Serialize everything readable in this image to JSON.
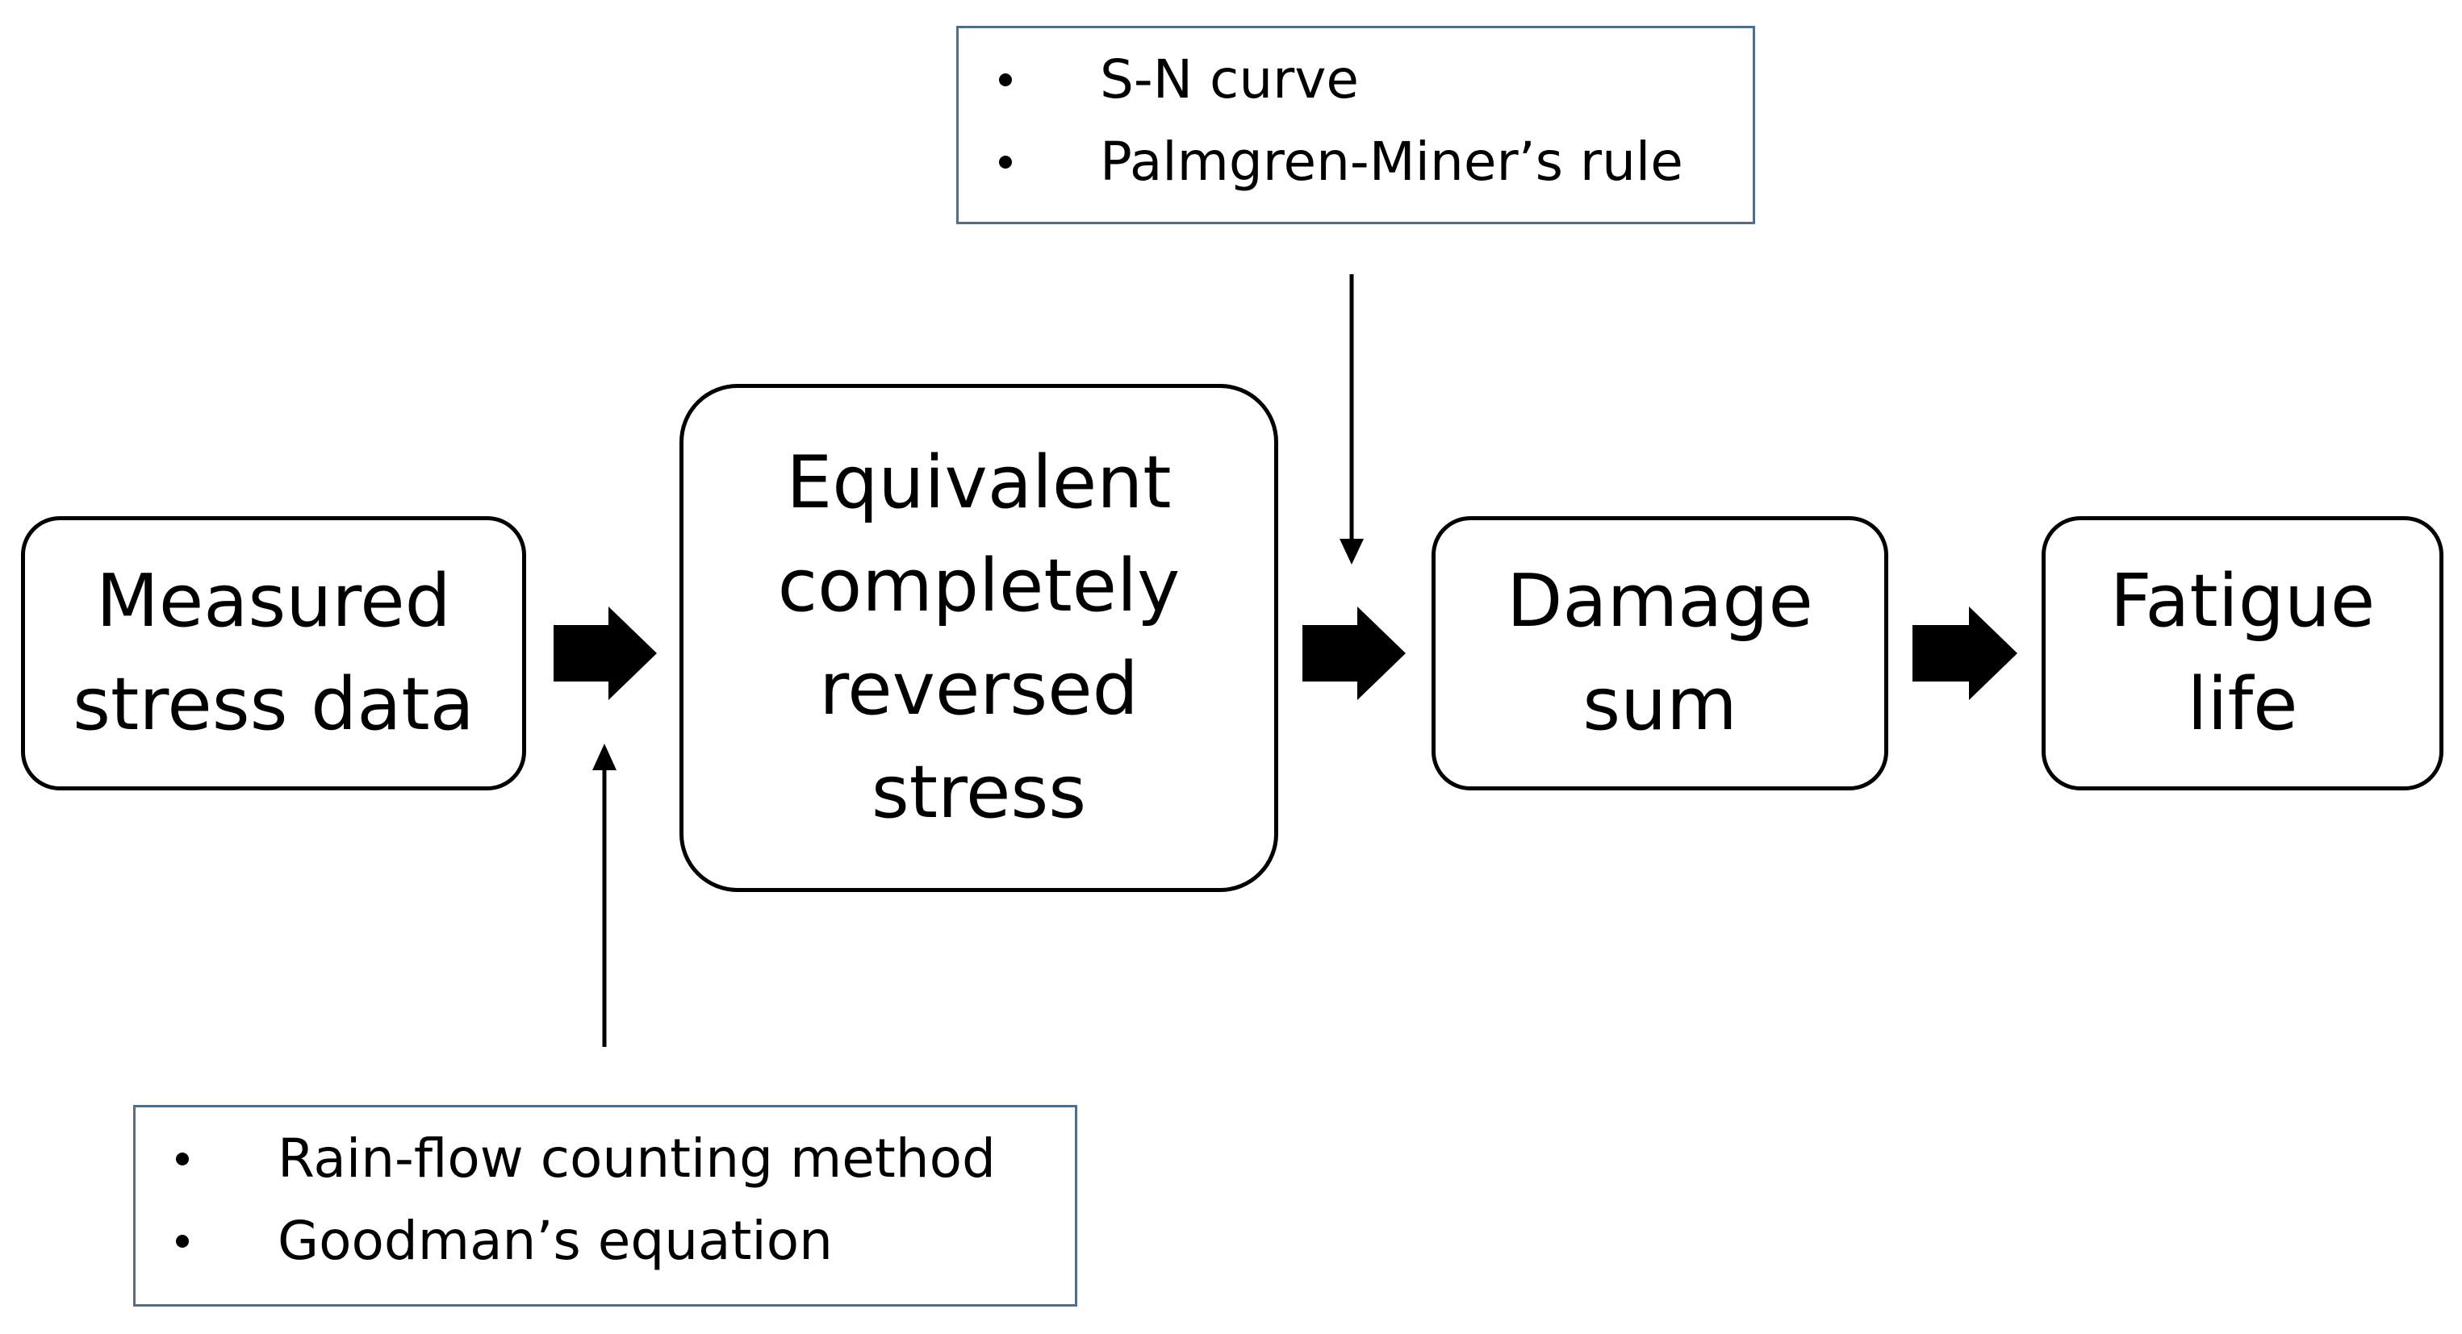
{
  "steps": [
    {
      "label": "Measured\nstress data"
    },
    {
      "label": "Equivalent\ncompletely\nreversed\nstress"
    },
    {
      "label": "Damage\nsum"
    },
    {
      "label": "Fatigue\nlife"
    }
  ],
  "notes": {
    "top": {
      "items": [
        "S-N curve",
        "Palmgren-Miner’s rule"
      ]
    },
    "bottom": {
      "items": [
        "Rain-flow counting method",
        "Goodman’s equation"
      ]
    }
  }
}
